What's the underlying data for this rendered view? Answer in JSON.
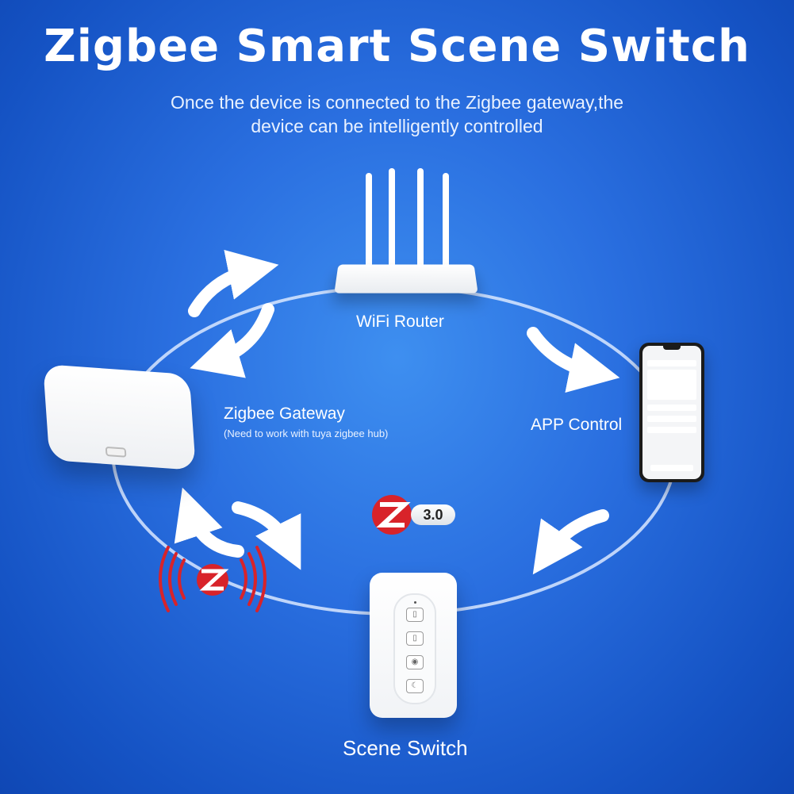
{
  "title": "Zigbee Smart Scene Switch",
  "subtitle_line1": "Once the device is connected to the Zigbee gateway,the",
  "subtitle_line2": "device can be intelligently controlled",
  "router": {
    "label": "WiFi Router"
  },
  "gateway": {
    "label": "Zigbee Gateway",
    "note": "(Need to work with tuya zigbee hub)"
  },
  "app": {
    "label": "APP Control"
  },
  "scene_switch": {
    "label": "Scene Switch"
  },
  "zigbee_badge": {
    "version": "3.0"
  },
  "colors": {
    "background": "#2a6fe0",
    "accent_red": "#d8232a",
    "white": "#ffffff"
  },
  "icons": [
    "zigbee-logo-icon",
    "signal-wave-icon",
    "cycle-arrow-icon"
  ]
}
